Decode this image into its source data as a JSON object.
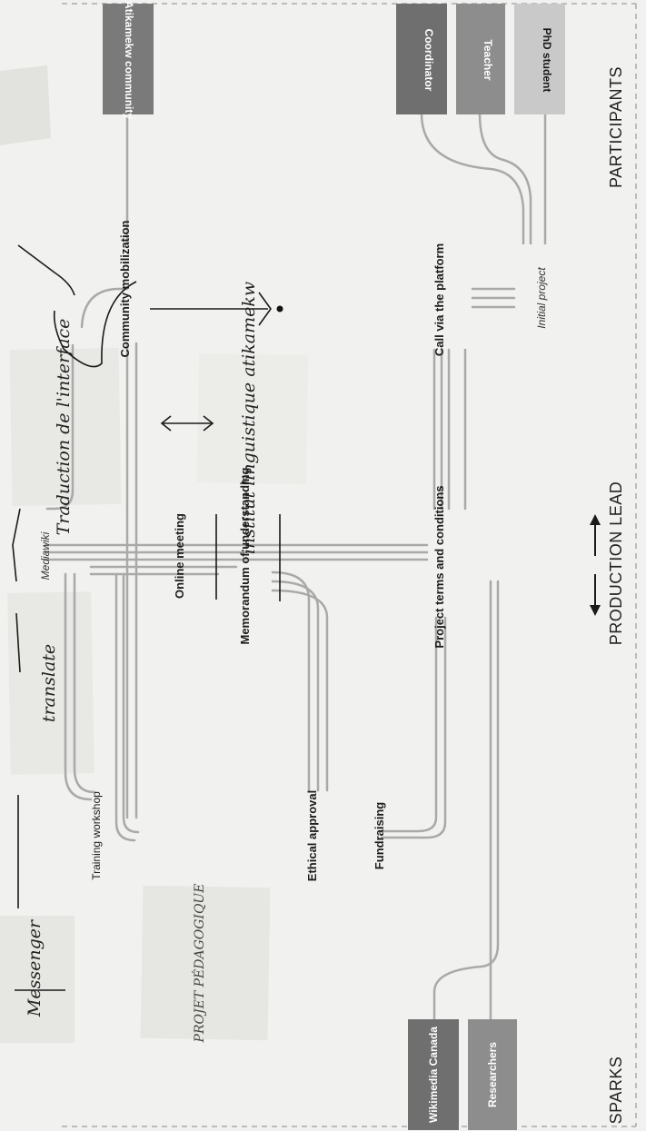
{
  "sections": {
    "left": "SPARKS",
    "center": "PRODUCTION LEAD",
    "right": "PARTICIPANTS"
  },
  "participants": {
    "atikamekw": "Atikamekw community",
    "coordinator": "Coordinator",
    "teacher": "Teacher",
    "phd_student": "PhD student"
  },
  "sparks": {
    "wikimedia": "Wikimedia Canada",
    "researchers": "Researchers"
  },
  "steps": {
    "community_mobilization": "Community mobilization",
    "call_via_platform": "Call via the platform",
    "initial_project": "Initial project",
    "online_meeting": "Online meeting",
    "memorandum": "Memorandum of understanding",
    "project_terms": "Project terms and conditions",
    "mediawiki": "Mediawiki",
    "training_workshop": "Training workshop",
    "ethical_approval": "Ethical approval",
    "fundraising": "Fundraising"
  },
  "notes": {
    "traduction": "Traduction de l'interface",
    "institut": "institut linguistique atikamekw",
    "translate": "translate",
    "messenger": "Messenger",
    "projet": "PROJET PÉDAGOGIQUE"
  },
  "colors": {
    "background": "#f1f1ef",
    "box_dark": "#6f6f6f",
    "box_mid": "#8d8d8d",
    "box_light": "#c9c9c9",
    "route": "#a9a9a9",
    "note": "#e6e6e3"
  }
}
